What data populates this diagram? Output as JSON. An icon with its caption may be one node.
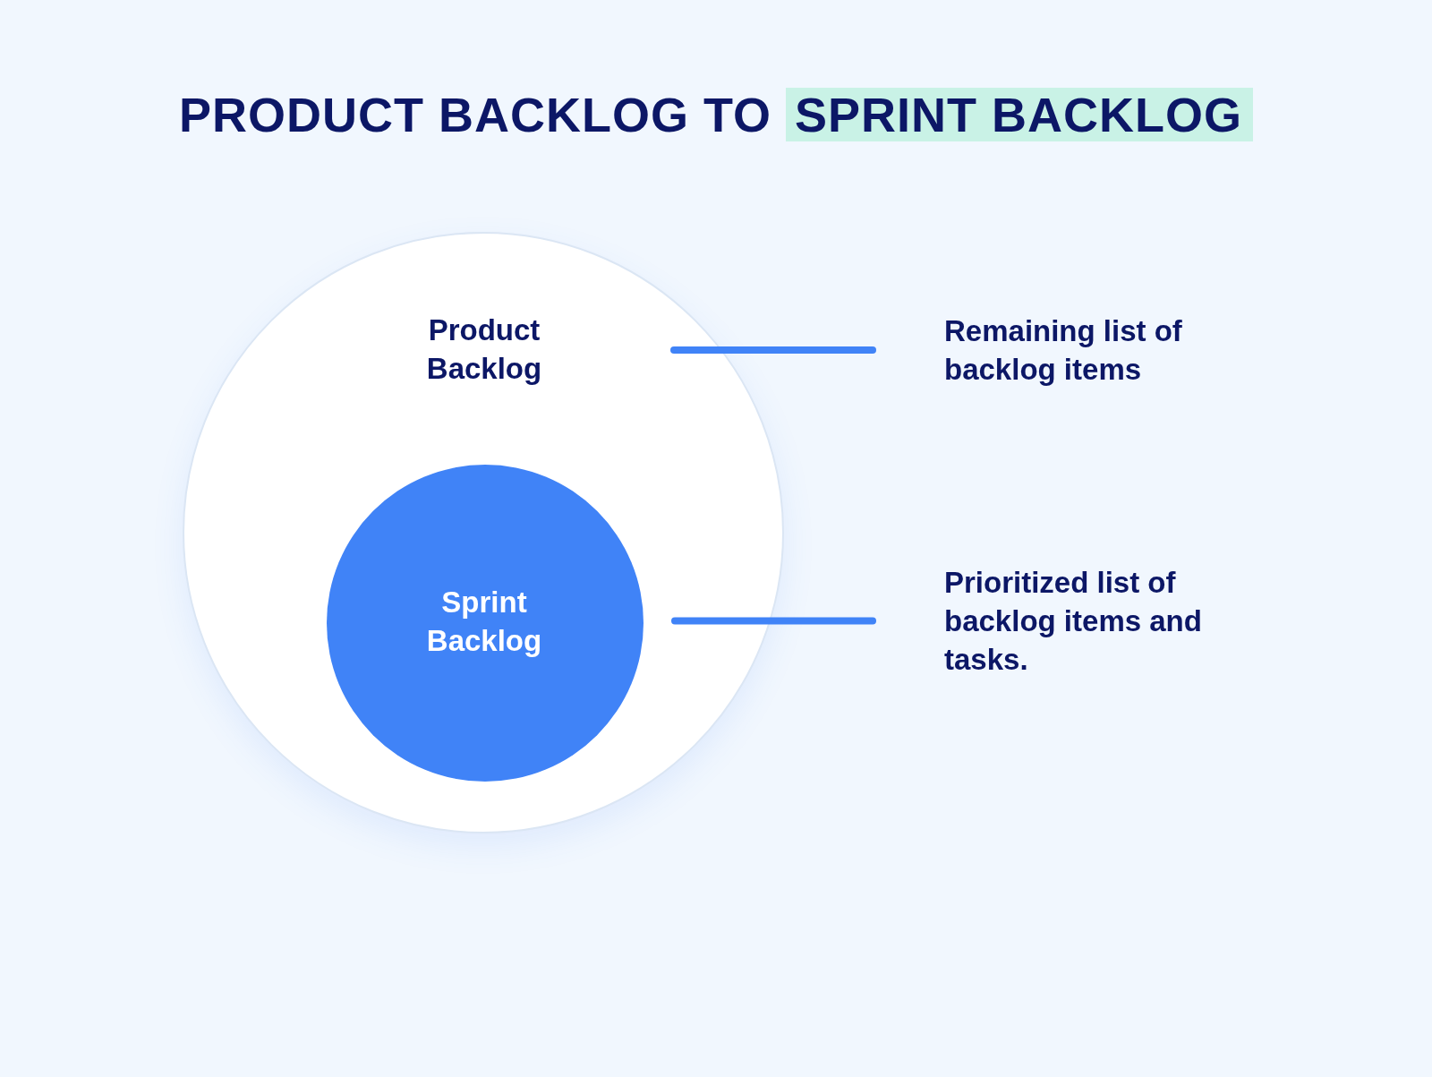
{
  "diagram": {
    "title": "PRODUCT BACKLOG TO SPRINT BACKLOG",
    "nodes": [
      {
        "text": [
          "Product Backlog"
        ]
      },
      {
        "text": [
          "Sprint Backlog"
        ],
        "in": 0
      },
      {
        "text": [
          "Remaining list of backlog items"
        ]
      },
      {
        "text": [
          "Prioritized list of backlog items and tasks."
        ]
      }
    ],
    "edges": [
      {
        "from": 2,
        "to": 0,
        "arrow": "none"
      },
      {
        "from": 3,
        "to": 1,
        "arrow": "none"
      }
    ]
  }
}
